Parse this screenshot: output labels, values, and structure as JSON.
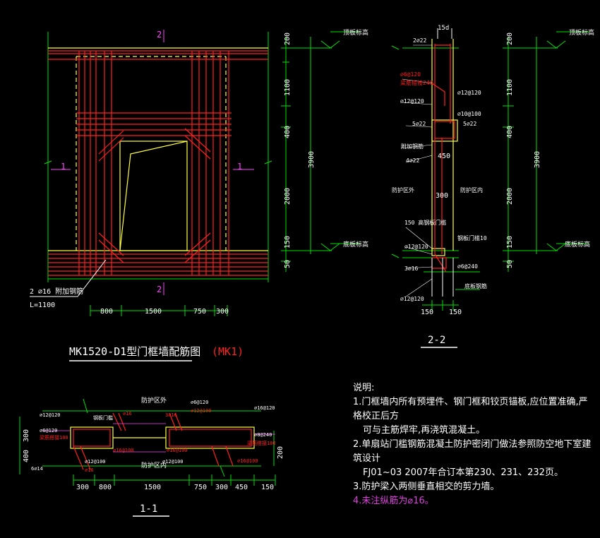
{
  "colors": {
    "bg": "#000000",
    "red": "#ff2020",
    "yellow": "#ffff40",
    "green": "#00e000",
    "white": "#ffffff",
    "magenta": "#ff40ff",
    "cyan": "#00ffff"
  },
  "elevation": {
    "section_top": "2",
    "section_bottom": "2",
    "section_left": "1",
    "section_right": "1",
    "rebar_note": "2 ⌀16 附加钢筋",
    "rebar_len": "L=1100",
    "dims_bottom": [
      "800",
      "1500",
      "750",
      "300"
    ],
    "dims_right": [
      "200",
      "1100",
      "400",
      "2000",
      "150",
      "50"
    ],
    "dim_total": "3900",
    "level_top": "顶板标高",
    "level_bottom": "底板标高"
  },
  "title": {
    "main": "MK1520-D1型门框墙配筋图",
    "tag": "(MK1)"
  },
  "sec22": {
    "label": "2-2",
    "top_dim": "15d",
    "labels_left": [
      "2⌀22",
      "⌀6@120",
      "梁筋搭接240",
      "⌀12@120",
      "5⌀22",
      "附加钢筋",
      "4⌀22",
      "150 高钢板门槛",
      "⌀12@120",
      "3⌀16",
      "⌀12@120"
    ],
    "labels_right": [
      "⌀12@120",
      "⌀10@100",
      "5⌀22",
      "防护区外",
      "防护区内",
      "钢板门槛10",
      "⌀6@240",
      "底板钢筋"
    ],
    "dim_450": "450",
    "dim_300": "300",
    "dims_bottom": [
      "150",
      "150"
    ],
    "dims_right": [
      "200",
      "1100",
      "400",
      "2000",
      "150",
      "50"
    ],
    "dim_total": "3900",
    "level_top": "顶板标高",
    "level_bottom": "底板标高"
  },
  "sec11": {
    "label": "1-1",
    "top_text": "防护区外",
    "bottom_text": "防护区内",
    "labels": [
      "⌀12@120",
      "⌀6@120",
      "梁筋搭接100",
      "6⌀14",
      "⌀12@100",
      "⌀16",
      "钢板门槛",
      "⌀16@100",
      "⌀12@100",
      "⌀16",
      "3⌀16",
      "⌀6@120",
      "⌀12@100",
      "⌀16@100",
      "⌀16@120",
      "⌀8@240",
      "梁筋搭接100",
      "⌀16@100"
    ],
    "dims_bottom": [
      "300",
      "800",
      "1500",
      "750",
      "300",
      "450",
      "150"
    ],
    "dims_left": [
      "300",
      "400"
    ],
    "dim_right": "200"
  },
  "notes": {
    "heading": "说明:",
    "lines": [
      "1.门框墙内所有预埋件、钢门框和铰页锚板,应位置准确,严格校正后方",
      "  可与主筋焊牢,再浇筑混凝土。",
      "2.单扇站门槛钢筋混凝土防护密闭门做法参照防空地下室建筑设计",
      "  FJ01~03   2007年合订本第230、231、232页。",
      "3.防护梁入两侧垂直相交的剪力墙。"
    ],
    "highlight": "4.未注纵筋为⌀16。"
  }
}
